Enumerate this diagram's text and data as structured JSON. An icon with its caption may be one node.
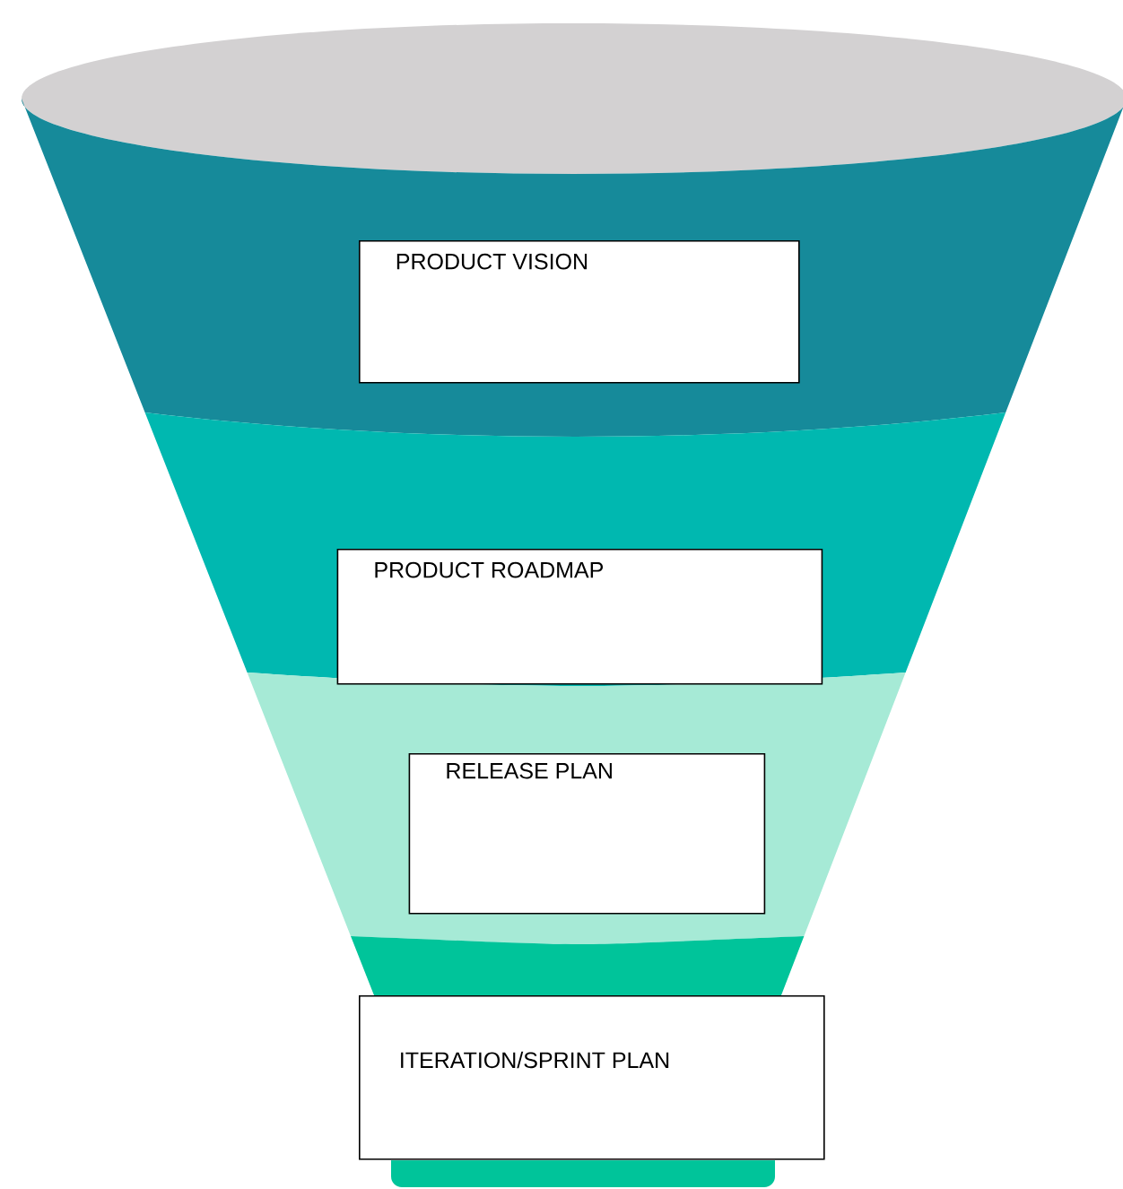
{
  "diagram": {
    "nodes": [
      {
        "text": [],
        "shape": "ellipse"
      },
      {
        "text": [],
        "shape": "band"
      },
      {
        "text": [
          "PRODUCT VISION"
        ],
        "in": 1
      },
      {
        "text": [],
        "shape": "band"
      },
      {
        "text": [
          "PRODUCT ROADMAP"
        ],
        "in": 3
      },
      {
        "text": [],
        "shape": "band"
      },
      {
        "text": [
          "RELEASE PLAN"
        ],
        "in": 5
      },
      {
        "text": [],
        "shape": "band"
      },
      {
        "text": [],
        "shape": "bar"
      },
      {
        "text": [
          "ITERATION/SPRINT PLAN"
        ]
      }
    ]
  }
}
